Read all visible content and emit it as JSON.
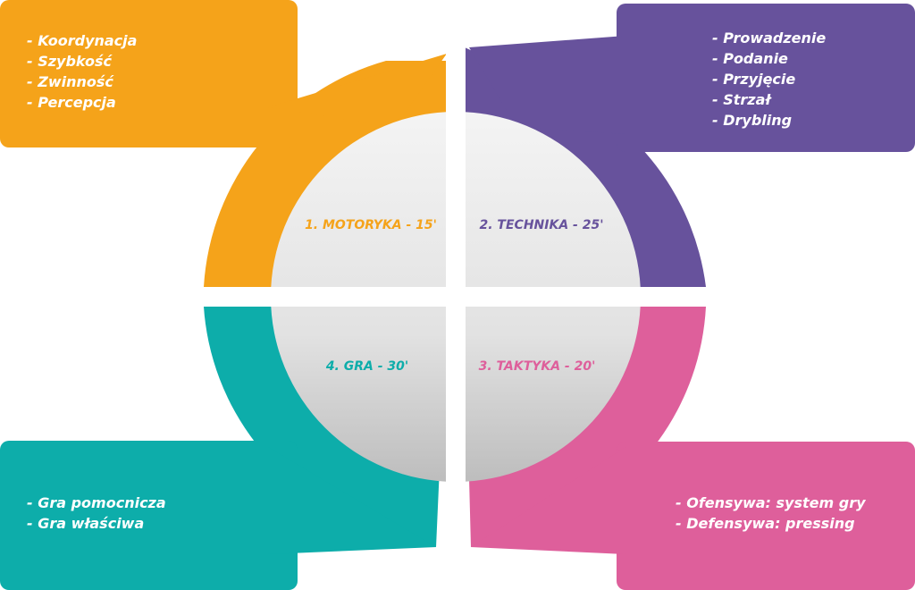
{
  "quadrants": [
    {
      "label": "1. MOTORYKA - 15'",
      "color": "#F5A31A",
      "items": [
        "- Koordynacja",
        "- Szybkość",
        "- Zwinność",
        "- Percepcja"
      ]
    },
    {
      "label": "2. TECHNIKA - 25'",
      "color": "#67529C",
      "items": [
        "- Prowadzenie",
        "- Podanie",
        "- Przyjęcie",
        "- Strzał",
        "- Drybling"
      ]
    },
    {
      "label": "3. TAKTYKA - 20'",
      "color": "#DE5F9B",
      "items": [
        "- Ofensywa: system gry",
        "- Defensywa: pressing"
      ]
    },
    {
      "label": "4. GRA - 30'",
      "color": "#0DADAA",
      "items": [
        "- Gra pomocnicza",
        "- Gra właściwa"
      ]
    }
  ]
}
